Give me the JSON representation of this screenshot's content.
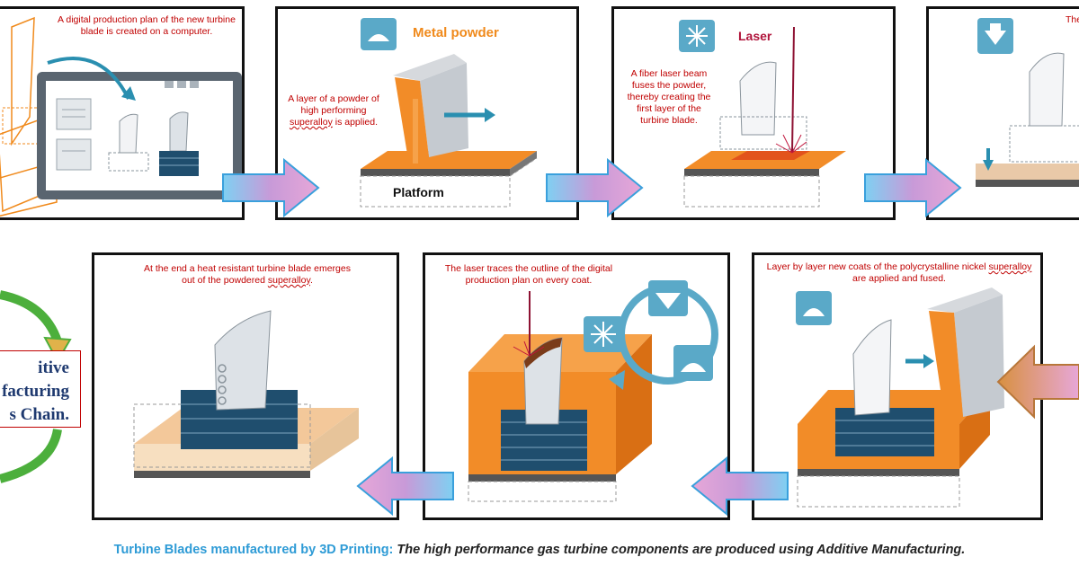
{
  "panels": {
    "p1": {
      "text": "A digital production plan of the new turbine blade is created on a computer."
    },
    "p2": {
      "label": "Metal powder",
      "text_a": "A layer of a powder of high performing",
      "text_b": "superalloy",
      "text_c": " is applied.",
      "platform": "Platform"
    },
    "p3": {
      "label": "Laser",
      "text": "A fiber laser beam fuses the powder, thereby creating the first layer of the turbine blade."
    },
    "p4": {
      "text": "The"
    },
    "p5": {
      "text_a": "Layer by layer new coats of the polycrystalline nickel ",
      "text_b": "superalloy",
      "text_c": " are applied and fused."
    },
    "p6": {
      "text": "The laser traces the outline of the digital production plan on every coat."
    },
    "p7": {
      "text_a": "At the end a heat resistant turbine blade emerges out of the powdered ",
      "text_b": "superalloy",
      "text_c": "."
    }
  },
  "chain": {
    "line1": "itive",
    "line2": "facturing",
    "line3": "s Chain."
  },
  "caption": {
    "blue": "Turbine Blades manufactured by 3D Printing:",
    "black": " The high performance gas turbine components are produced using Additive Manufacturing."
  },
  "colors": {
    "orange": "#f08a1c",
    "red_text": "#c00000",
    "navy": "#1f4e6e",
    "teal": "#2a8fb0",
    "border": "#111111"
  },
  "icons": [
    "computer-icon",
    "powder-icon",
    "laser-icon",
    "down-arrow-icon",
    "cycle-icon"
  ]
}
